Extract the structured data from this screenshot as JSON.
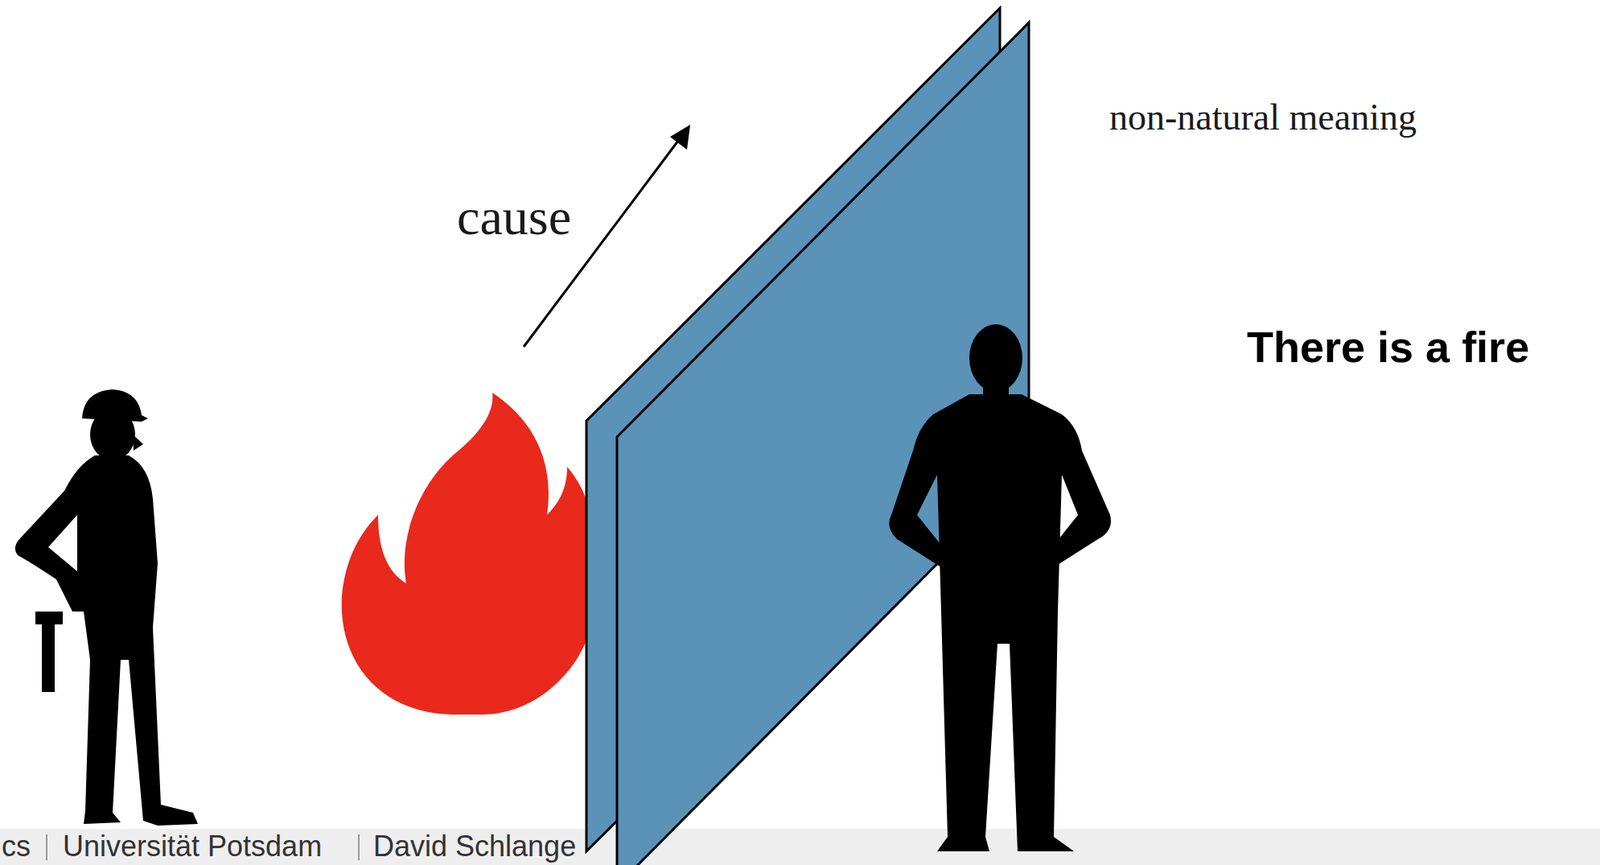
{
  "diagram": {
    "labels": [
      "non-natural meaning",
      "cause",
      "There is a fire",
      "cs",
      "Universität Potsdam",
      "David Schlange"
    ]
  }
}
